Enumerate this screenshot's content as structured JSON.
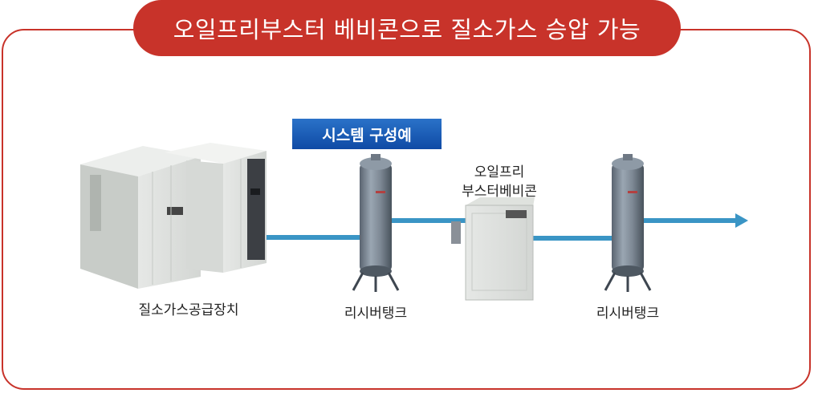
{
  "title": "오일프리부스터 베비콘으로 질소가스 승압 가능",
  "system_badge": "시스템 구성예",
  "labels": {
    "generator": "질소가스공급장치",
    "tank_left": "리시버탱크",
    "booster_line1": "오일프리",
    "booster_line2": "부스터베비콘",
    "tank_right": "리시버탱크"
  },
  "colors": {
    "accent_red": "#c8332a",
    "badge_blue": "#1a5bb5",
    "pipe_blue": "#3a95c5"
  },
  "icons": {
    "generator": "nitrogen-generator-unit",
    "tank": "receiver-tank",
    "booster": "booster-compressor",
    "flow_arrow": "arrow-right"
  }
}
